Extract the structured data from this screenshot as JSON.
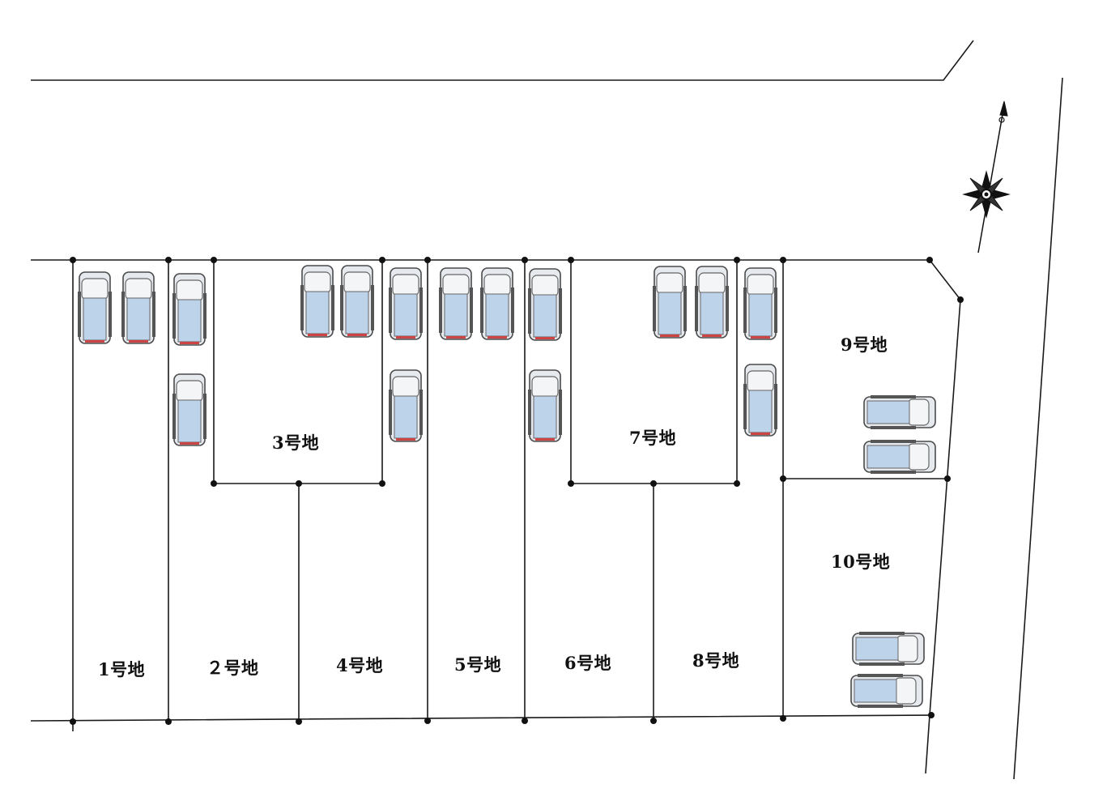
{
  "site_plan": {
    "lots": [
      {
        "id": "lot-1",
        "label": "1号地"
      },
      {
        "id": "lot-2",
        "label": "２号地"
      },
      {
        "id": "lot-3",
        "label": "3号地"
      },
      {
        "id": "lot-4",
        "label": "4号地"
      },
      {
        "id": "lot-5",
        "label": "5号地"
      },
      {
        "id": "lot-6",
        "label": "6号地"
      },
      {
        "id": "lot-7",
        "label": "7号地"
      },
      {
        "id": "lot-8",
        "label": "8号地"
      },
      {
        "id": "lot-9",
        "label": "9号地"
      },
      {
        "id": "lot-10",
        "label": "10号地"
      }
    ],
    "compass": {
      "icon": "compass-rose-icon",
      "north_marker": "north-arrow-icon"
    },
    "car_icon": "car-icon",
    "colors": {
      "line": "#1a1a1a",
      "car_body": "#bcd3ea",
      "car_roof": "#f2f4f7",
      "car_outline": "#4a4a4a"
    }
  }
}
